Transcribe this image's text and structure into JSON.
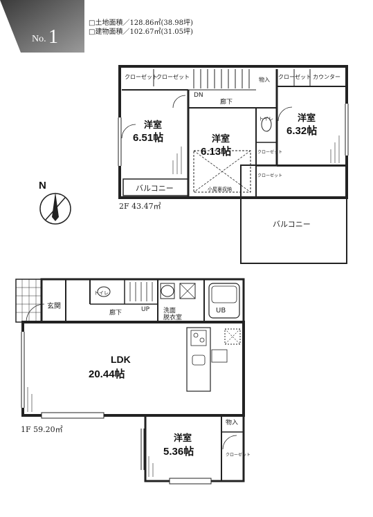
{
  "badge": {
    "no_label": "No.",
    "number": "1"
  },
  "site_info": {
    "land_area": "□土地面積／128.86㎡(38.98坪)",
    "building_area": "□建物面積／102.67㎡(31.05坪)"
  },
  "compass": {
    "label": "N"
  },
  "floor2": {
    "floor_label": "2F  43.47㎡",
    "closet_1": "クローゼット",
    "closet_2": "クローゼット",
    "storage": "物入",
    "closet_3": "クローゼット",
    "counter": "カウンター",
    "dn": "DN",
    "hallway": "廊下",
    "toilet": "トイレ",
    "closet_side": "クローゼット",
    "closet_side2": "クローゼット",
    "attic": "小屋裏収納",
    "room_left": {
      "name": "洋室",
      "size": "6.51帖"
    },
    "room_center": {
      "name": "洋室",
      "size": "6.13帖"
    },
    "room_right": {
      "name": "洋室",
      "size": "6.32帖"
    },
    "balcony_left": "バルコニー",
    "balcony_right": "バルコニー"
  },
  "floor1": {
    "floor_label": "1F  59.20㎡",
    "entrance": "玄関",
    "toilet": "トイレ",
    "hallway": "廊下",
    "up": "UP",
    "washroom": "洗面\n脱衣室",
    "ub": "UB",
    "ldk": {
      "name": "LDK",
      "size": "20.44帖"
    },
    "room": {
      "name": "洋室",
      "size": "5.36帖"
    },
    "storage": "物入",
    "closet": "クローゼット"
  }
}
